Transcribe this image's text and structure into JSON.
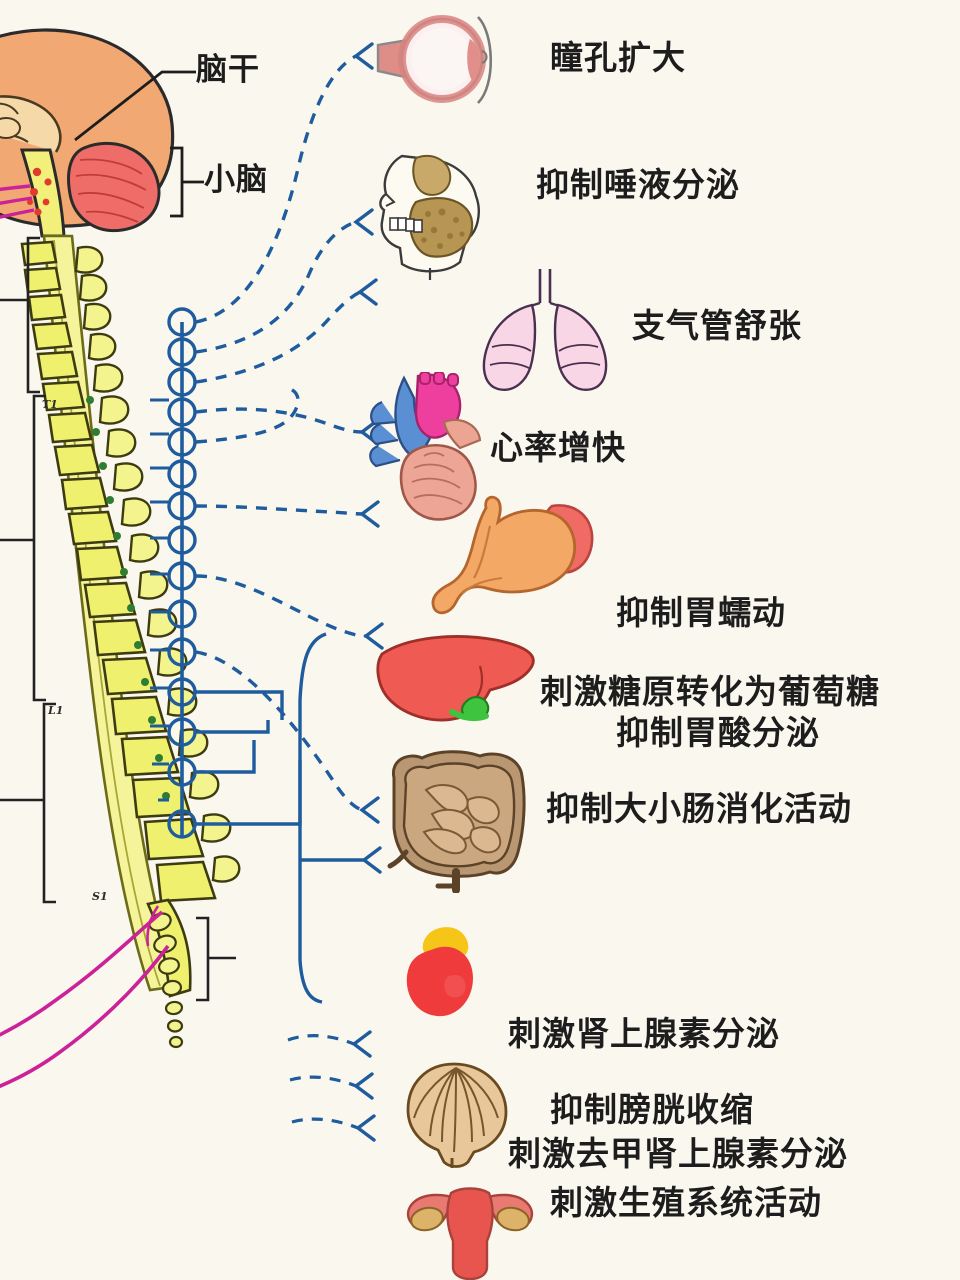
{
  "figure": {
    "title_visible": false,
    "background_color": "#faf7ef",
    "palette": {
      "sympathetic_blue": "#1f5c9e",
      "parasympathetic_magenta": "#cc2299",
      "spinal_cord_yellow": "#f2f07a",
      "vertebra_yellow": "#eff06e",
      "brain_orange": "#f0a772",
      "cerebellum_red": "#ef6d68",
      "text_black": "#1d1d1d"
    }
  },
  "brain_labels": [
    {
      "id": "brainstem",
      "text": "脑干",
      "pointer": "leader-line"
    },
    {
      "id": "cerebellum",
      "text": "小脑",
      "pointer": "bracket"
    }
  ],
  "spine_ticks": [
    {
      "id": "t1",
      "text": "T1"
    },
    {
      "id": "l1",
      "text": "L1"
    },
    {
      "id": "s1",
      "text": "S1"
    }
  ],
  "effects": [
    {
      "id": "pupil",
      "organ": "eye-icon",
      "lines": [
        "瞳孔扩大"
      ],
      "connector": "dashed"
    },
    {
      "id": "salivary",
      "organ": "skull-salivary-gland-icon",
      "lines": [
        "抑制唾液分泌"
      ],
      "connector": "dashed"
    },
    {
      "id": "bronchi",
      "organ": "lungs-icon",
      "lines": [
        "支气管舒张"
      ],
      "connector": "dashed"
    },
    {
      "id": "heart",
      "organ": "heart-icon",
      "lines": [
        "心率增快"
      ],
      "connector": "dashed"
    },
    {
      "id": "stomach",
      "organ": "stomach-icon",
      "lines": [
        "抑制胃蠕动",
        "抑制胃酸分泌"
      ],
      "connector": "dashed"
    },
    {
      "id": "liver",
      "organ": "liver-icon",
      "lines": [
        "刺激糖原转化为葡萄糖"
      ],
      "connector": "dashed"
    },
    {
      "id": "intestines",
      "organ": "intestines-icon",
      "lines": [
        "抑制大小肠消化活动"
      ],
      "connector": "dashed"
    },
    {
      "id": "adrenal",
      "organ": "kidney-adrenal-icon",
      "lines": [
        "刺激肾上腺素分泌",
        "刺激去甲肾上腺素分泌"
      ],
      "connector": "solid"
    },
    {
      "id": "bladder",
      "organ": "bladder-icon",
      "lines": [
        "抑制膀胱收缩"
      ],
      "connector": "dashed"
    },
    {
      "id": "reproductive",
      "organ": "uterus-icon",
      "lines": [
        "刺激生殖系统活动"
      ],
      "connector": "dashed"
    }
  ]
}
